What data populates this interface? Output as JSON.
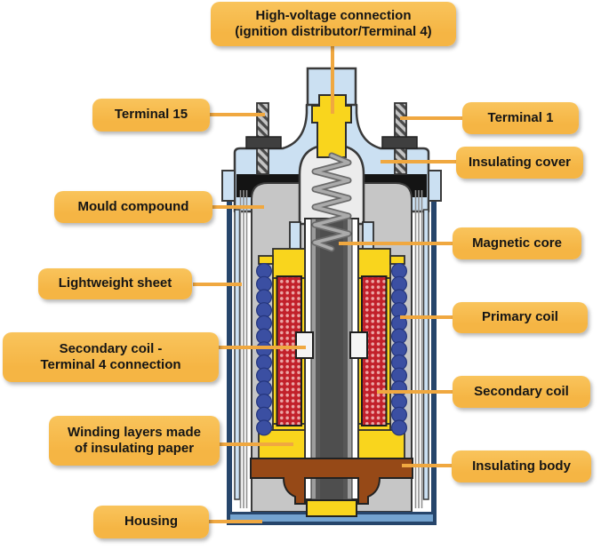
{
  "labels": {
    "high_voltage": {
      "line1": "High-voltage connection",
      "line2": "(ignition distributor/Terminal 4)"
    },
    "terminal15": {
      "text": "Terminal 15"
    },
    "terminal1": {
      "text": "Terminal 1"
    },
    "insulating_cover": {
      "text": "Insulating cover"
    },
    "mould_compound": {
      "text": "Mould compound"
    },
    "magnetic_core": {
      "text": "Magnetic core"
    },
    "lightweight_sheet": {
      "text": "Lightweight sheet"
    },
    "primary_coil": {
      "text": "Primary coil"
    },
    "secondary_terminal4": {
      "line1": "Secondary coil -",
      "line2": "Terminal 4 connection"
    },
    "secondary_coil": {
      "text": "Secondary coil"
    },
    "winding_layers": {
      "line1": "Winding layers made",
      "line2": "of insulating paper"
    },
    "insulating_body": {
      "text": "Insulating body"
    },
    "housing": {
      "text": "Housing"
    }
  },
  "colors": {
    "background": "#FFFFFF",
    "label_bg": "#F5B544",
    "label_text": "#151515",
    "leader": "#F0A840",
    "cover_blue": "#CBE0F2",
    "housing_navy": "#26456B",
    "housing_band": "#74A3CF",
    "coil_yellow": "#F9D51D",
    "winding_red": "#C2202A",
    "winding_dot": "#ECA6A6",
    "primary_blue": "#3B4FA2",
    "insulating_brown": "#964917",
    "compound_gray": "#C6C6C6",
    "core_gray": "#575757"
  }
}
